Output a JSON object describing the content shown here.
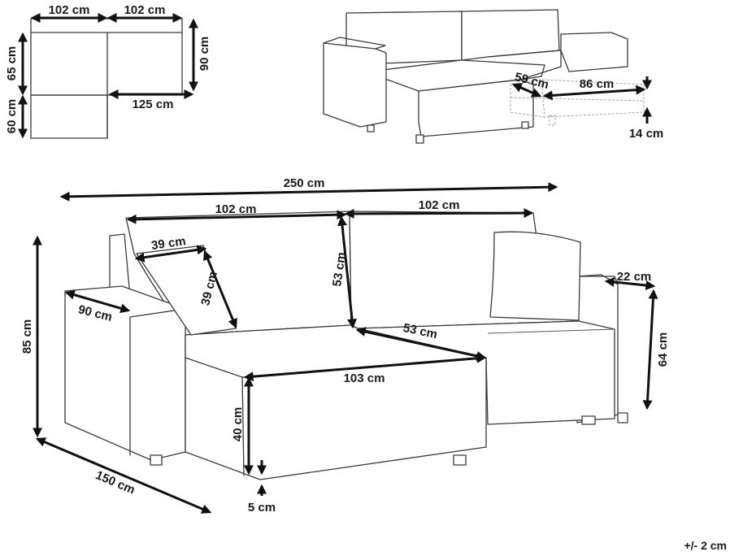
{
  "plan_view": {
    "width_left": "102 cm",
    "width_right": "102 cm",
    "depth_top": "65 cm",
    "depth_bottom": "60 cm",
    "depth_right": "90 cm",
    "chaise_length": "125 cm"
  },
  "bed_view": {
    "bed_depth": "59 cm",
    "bed_width": "86 cm",
    "bed_height": "14 cm"
  },
  "main_view": {
    "total_width": "250 cm",
    "back_left": "102 cm",
    "back_right": "102 cm",
    "pillow_width": "39 cm",
    "pillow_height": "39 cm",
    "arm_depth": "90 cm",
    "back_height": "53 cm",
    "seat_depth": "53 cm",
    "chaise_width": "103 cm",
    "overall_height": "85 cm",
    "seat_height": "40 cm",
    "leg_height": "5 cm",
    "chaise_depth": "150 cm",
    "arm_width": "22 cm",
    "arm_height": "64 cm"
  },
  "tolerance": "+/- 2 cm",
  "colors": {
    "line": "#3a3a3a",
    "dimension": "#111111",
    "background": "#ffffff"
  }
}
